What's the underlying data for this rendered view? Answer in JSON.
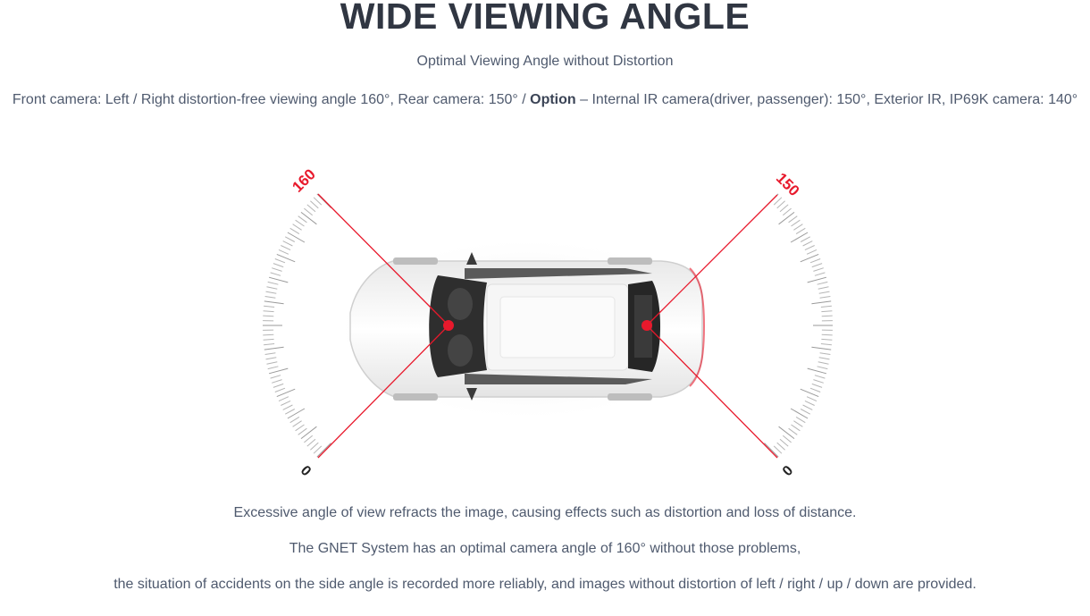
{
  "header": {
    "title": "WIDE VIEWING ANGLE",
    "subtitle": "Optimal Viewing Angle without Distortion"
  },
  "specs": {
    "part1": "Front camera: Left / Right distortion-free viewing angle 160°, Rear camera: 150° / ",
    "option_label": "Option",
    "part2": " – Internal IR camera(driver, passenger): 150°, Exterior IR, IP69K camera: 140°"
  },
  "figure": {
    "front_gauge": {
      "max_label": "160",
      "min_label": "0"
    },
    "rear_gauge": {
      "max_label": "150",
      "min_label": "0"
    },
    "accent_color": "#e8192c"
  },
  "description": {
    "line1": "Excessive angle of view refracts the image, causing effects such as distortion and loss of distance.",
    "line2": "The GNET System has an optimal camera angle of 160° without those problems,",
    "line3": "the situation of accidents on the side angle is recorded more reliably, and images without distortion of left / right / up / down are provided."
  }
}
